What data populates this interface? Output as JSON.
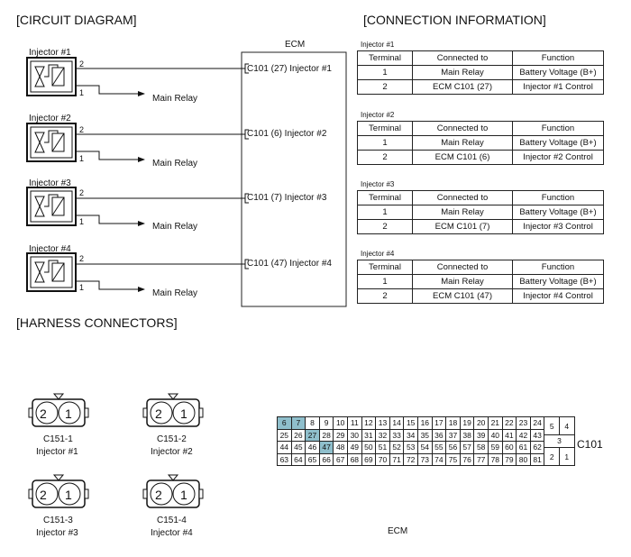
{
  "headings": {
    "circuit": "[CIRCUIT DIAGRAM]",
    "connection": "[CONNECTION INFORMATION]",
    "harness": "[HARNESS CONNECTORS]"
  },
  "ecm": {
    "title": "ECM",
    "bottom_label": "ECM"
  },
  "injectors": [
    {
      "name": "Injector #1",
      "pin2": "2",
      "pin1": "1",
      "relay": "Main Relay",
      "ecm_pin": "C101 (27)  Injector #1"
    },
    {
      "name": "Injector #2",
      "pin2": "2",
      "pin1": "1",
      "relay": "Main Relay",
      "ecm_pin": "C101 (6)  Injector #2"
    },
    {
      "name": "Injector #3",
      "pin2": "2",
      "pin1": "1",
      "relay": "Main Relay",
      "ecm_pin": "C101 (7)  Injector #3"
    },
    {
      "name": "Injector #4",
      "pin2": "2",
      "pin1": "1",
      "relay": "Main Relay",
      "ecm_pin": "C101 (47)  Injector #4"
    }
  ],
  "connection_tables": [
    {
      "title": "Injector #1",
      "headers": [
        "Terminal",
        "Connected to",
        "Function"
      ],
      "rows": [
        [
          "1",
          "Main Relay",
          "Battery Voltage (B+)"
        ],
        [
          "2",
          "ECM C101 (27)",
          "Injector #1 Control"
        ]
      ]
    },
    {
      "title": "Injector #2",
      "headers": [
        "Terminal",
        "Connected to",
        "Function"
      ],
      "rows": [
        [
          "1",
          "Main Relay",
          "Battery Voltage (B+)"
        ],
        [
          "2",
          "ECM C101 (6)",
          "Injector #2 Control"
        ]
      ]
    },
    {
      "title": "Injector #3",
      "headers": [
        "Terminal",
        "Connected to",
        "Function"
      ],
      "rows": [
        [
          "1",
          "Main Relay",
          "Battery Voltage (B+)"
        ],
        [
          "2",
          "ECM C101 (7)",
          "Injector #3 Control"
        ]
      ]
    },
    {
      "title": "Injector #4",
      "headers": [
        "Terminal",
        "Connected to",
        "Function"
      ],
      "rows": [
        [
          "1",
          "Main Relay",
          "Battery Voltage (B+)"
        ],
        [
          "2",
          "ECM C101 (47)",
          "Injector #4 Control"
        ]
      ]
    }
  ],
  "harness_connectors": [
    {
      "id": "C151-1",
      "name": "Injector #1",
      "pin_left": "2",
      "pin_right": "1"
    },
    {
      "id": "C151-2",
      "name": "Injector #2",
      "pin_left": "2",
      "pin_right": "1"
    },
    {
      "id": "C151-3",
      "name": "Injector #3",
      "pin_left": "2",
      "pin_right": "1"
    },
    {
      "id": "C151-4",
      "name": "Injector #4",
      "pin_left": "2",
      "pin_right": "1"
    }
  ],
  "c101": {
    "label": "C101",
    "rows": [
      [
        "6",
        "7",
        "8",
        "9",
        "10",
        "11",
        "12",
        "13",
        "14",
        "15",
        "16",
        "17",
        "18",
        "19",
        "20",
        "21",
        "22",
        "23",
        "24"
      ],
      [
        "25",
        "26",
        "27",
        "28",
        "29",
        "30",
        "31",
        "32",
        "33",
        "34",
        "35",
        "36",
        "37",
        "38",
        "39",
        "40",
        "41",
        "42",
        "43"
      ],
      [
        "44",
        "45",
        "46",
        "47",
        "48",
        "49",
        "50",
        "51",
        "52",
        "53",
        "54",
        "55",
        "56",
        "57",
        "58",
        "59",
        "60",
        "61",
        "62"
      ],
      [
        "63",
        "64",
        "65",
        "66",
        "67",
        "68",
        "69",
        "70",
        "71",
        "72",
        "73",
        "74",
        "75",
        "76",
        "77",
        "78",
        "79",
        "80",
        "81"
      ]
    ],
    "side_pins": [
      "5",
      "4",
      "3",
      "2",
      "1"
    ],
    "highlighted": [
      "6",
      "7",
      "27",
      "47"
    ],
    "highlight_color": "#8fbfcc"
  }
}
